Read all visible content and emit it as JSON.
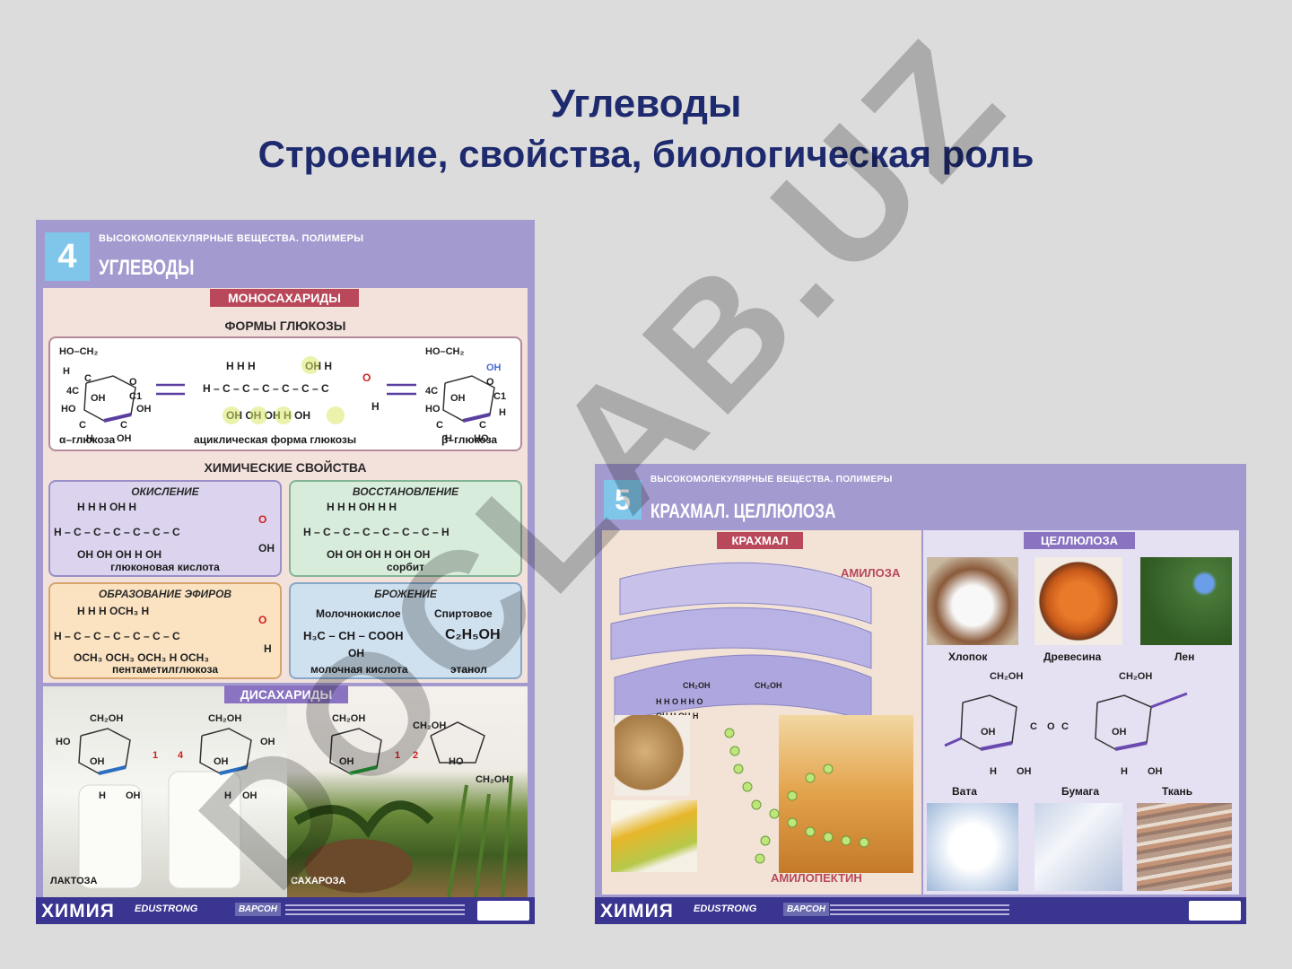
{
  "slide": {
    "title_line1": "Углеводы",
    "title_line2": "Строение, свойства, биологическая роль"
  },
  "poster4": {
    "number": "4",
    "series": "ВЫСОКОМОЛЕКУЛЯРНЫЕ ВЕЩЕСТВА. ПОЛИМЕРЫ",
    "name": "УГЛЕВОДЫ",
    "mono_banner": "МОНОСАХАРИДЫ",
    "glucose_forms_heading": "ФОРМЫ ГЛЮКОЗЫ",
    "alpha_caption": "α–глюкоза",
    "acyclic_caption": "ациклическая форма глюкозы",
    "beta_caption": "β–глюкоза",
    "chem_props_heading": "ХИМИЧЕСКИЕ СВОЙСТВА",
    "oxidation": {
      "title": "ОКИСЛЕНИЕ",
      "product": "глюконовая кислота"
    },
    "reduction": {
      "title": "ВОССТАНОВЛЕНИЕ",
      "product": "сорбит"
    },
    "esters": {
      "title": "ОБРАЗОВАНИЕ ЭФИРОВ",
      "product": "пентаметилглюкоза"
    },
    "fermentation": {
      "title": "БРОЖЕНИЕ",
      "lactic": "Молочнокислое",
      "alcoholic": "Спиртовое",
      "lactic_formula": "H₃C – CH – COOH",
      "ethanol_formula": "C₂H₅OH",
      "oh": "OH",
      "lactic_product": "молочная кислота",
      "ethanol_product": "этанол"
    },
    "disaccharides_banner": "ДИСАХАРИДЫ",
    "lactose_label": "ЛАКТОЗА",
    "sucrose_label": "САХАРОЗА",
    "footer_brand": "ХИМИЯ",
    "footer_edu": "EDUSTRONG",
    "footer_edition": "ВАРСОН"
  },
  "poster5": {
    "number": "5",
    "series": "ВЫСОКОМОЛЕКУЛЯРНЫЕ ВЕЩЕСТВА. ПОЛИМЕРЫ",
    "name": "КРАХМАЛ. ЦЕЛЛЮЛОЗА",
    "starch_banner": "КРАХМАЛ",
    "cellulose_banner": "ЦЕЛЛЮЛОЗА",
    "amylose": "АМИЛОЗА",
    "amylopectin": "АМИЛОПЕКТИН",
    "cotton": "Хлопок",
    "wood": "Древесина",
    "flax": "Лен",
    "wadding": "Вата",
    "paper": "Бумага",
    "fabric": "Ткань",
    "footer_brand": "ХИМИЯ",
    "footer_edu": "EDUSTRONG",
    "footer_edition": "ВАРСОН"
  },
  "watermark": "DOCLAB.UZ",
  "colors": {
    "title": "#1e2a6e",
    "poster_frame": "#a39bd0",
    "banner_red": "#b8485a",
    "banner_purple": "#8a73c0",
    "footer": "#3a3590",
    "watermark": "#000000"
  }
}
